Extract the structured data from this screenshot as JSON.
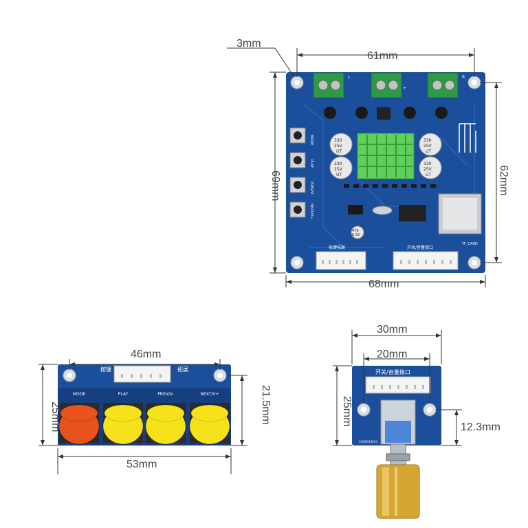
{
  "dimensions": {
    "main_hole_offset": "3mm",
    "main_width_holes": "61mm",
    "main_height": "69mm",
    "main_height_holes": "62mm",
    "main_width": "68mm",
    "button_board_holes": "46mm",
    "button_board_height": "25mm",
    "button_board_holes_v": "21.5mm",
    "button_board_width": "53mm",
    "vol_board_width": "30mm",
    "vol_board_holes": "20mm",
    "vol_board_height": "25mm",
    "vol_board_pot_offset": "12.3mm"
  },
  "main_board": {
    "button_labels": [
      "MODE",
      "PLAY",
      "PREV/V-",
      "NEXT/V+"
    ],
    "cap_texts": [
      {
        "top": "330",
        "mid": "25V",
        "bot": "UT"
      },
      {
        "top": "330",
        "mid": "25V",
        "bot": "UT"
      },
      {
        "top": "330",
        "mid": "25V",
        "bot": "UT"
      },
      {
        "top": "330",
        "mid": "25V",
        "bot": "UT"
      }
    ],
    "small_cap": {
      "top": "470",
      "bot": "6.3V"
    },
    "label_button_ext": "按键拓展",
    "label_switch_volume": "开关/音量接口",
    "label_tf": "TF_CARD",
    "terminal_labels": [
      "L",
      "+",
      "R"
    ]
  },
  "button_board": {
    "title_left": "按键",
    "title_right": "拓展",
    "buttons": [
      {
        "label": "MODE",
        "color": "#e8521c"
      },
      {
        "label": "PLAY",
        "color": "#f6e21a"
      },
      {
        "label": "PREV/V-",
        "color": "#f6e21a"
      },
      {
        "label": "NEXT/V+",
        "color": "#f6e21a"
      }
    ]
  },
  "volume_board": {
    "title": "开关/音量接口",
    "pcb_code": "1S2I9C4S010"
  },
  "colors": {
    "pcb_blue": "#1b4f9c",
    "pcb_blue_dark": "#163f80",
    "terminal_green": "#2e9a45",
    "heatsink_green": "#5fd05a",
    "gold": "#d7a532"
  }
}
